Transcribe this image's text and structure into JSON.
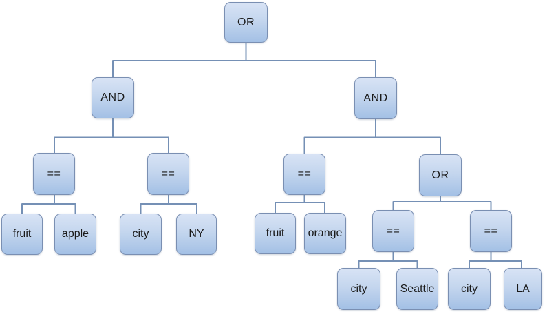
{
  "diagram": {
    "type": "tree",
    "description": "Boolean expression tree",
    "colors": {
      "background": "#ffffff",
      "node_fill_top": "#d8e3f5",
      "node_fill_bottom": "#a3c0e5",
      "node_border": "#7a8fb2",
      "connector": "#7590b5",
      "text": "#1a1a1a"
    },
    "nodes": [
      {
        "id": "or-root",
        "label": "OR",
        "kind": "operator"
      },
      {
        "id": "and-left",
        "label": "AND",
        "kind": "operator"
      },
      {
        "id": "and-right",
        "label": "AND",
        "kind": "operator"
      },
      {
        "id": "eq-1",
        "label": "==",
        "kind": "operator"
      },
      {
        "id": "eq-2",
        "label": "==",
        "kind": "operator"
      },
      {
        "id": "eq-3",
        "label": "==",
        "kind": "operator"
      },
      {
        "id": "or-2",
        "label": "OR",
        "kind": "operator"
      },
      {
        "id": "leaf-fruit-1",
        "label": "fruit",
        "kind": "operand"
      },
      {
        "id": "leaf-apple",
        "label": "apple",
        "kind": "operand"
      },
      {
        "id": "leaf-city-1",
        "label": "city",
        "kind": "operand"
      },
      {
        "id": "leaf-ny",
        "label": "NY",
        "kind": "operand"
      },
      {
        "id": "leaf-fruit-2",
        "label": "fruit",
        "kind": "operand"
      },
      {
        "id": "leaf-orange",
        "label": "orange",
        "kind": "operand"
      },
      {
        "id": "eq-4",
        "label": "==",
        "kind": "operator"
      },
      {
        "id": "eq-5",
        "label": "==",
        "kind": "operator"
      },
      {
        "id": "leaf-city-2",
        "label": "city",
        "kind": "operand"
      },
      {
        "id": "leaf-seattle",
        "label": "Seattle",
        "kind": "operand"
      },
      {
        "id": "leaf-city-3",
        "label": "city",
        "kind": "operand"
      },
      {
        "id": "leaf-la",
        "label": "LA",
        "kind": "operand"
      }
    ],
    "edges": [
      [
        "or-root",
        "and-left"
      ],
      [
        "or-root",
        "and-right"
      ],
      [
        "and-left",
        "eq-1"
      ],
      [
        "and-left",
        "eq-2"
      ],
      [
        "eq-1",
        "leaf-fruit-1"
      ],
      [
        "eq-1",
        "leaf-apple"
      ],
      [
        "eq-2",
        "leaf-city-1"
      ],
      [
        "eq-2",
        "leaf-ny"
      ],
      [
        "and-right",
        "eq-3"
      ],
      [
        "and-right",
        "or-2"
      ],
      [
        "eq-3",
        "leaf-fruit-2"
      ],
      [
        "eq-3",
        "leaf-orange"
      ],
      [
        "or-2",
        "eq-4"
      ],
      [
        "or-2",
        "eq-5"
      ],
      [
        "eq-4",
        "leaf-city-2"
      ],
      [
        "eq-4",
        "leaf-seattle"
      ],
      [
        "eq-5",
        "leaf-city-3"
      ],
      [
        "eq-5",
        "leaf-la"
      ]
    ]
  }
}
